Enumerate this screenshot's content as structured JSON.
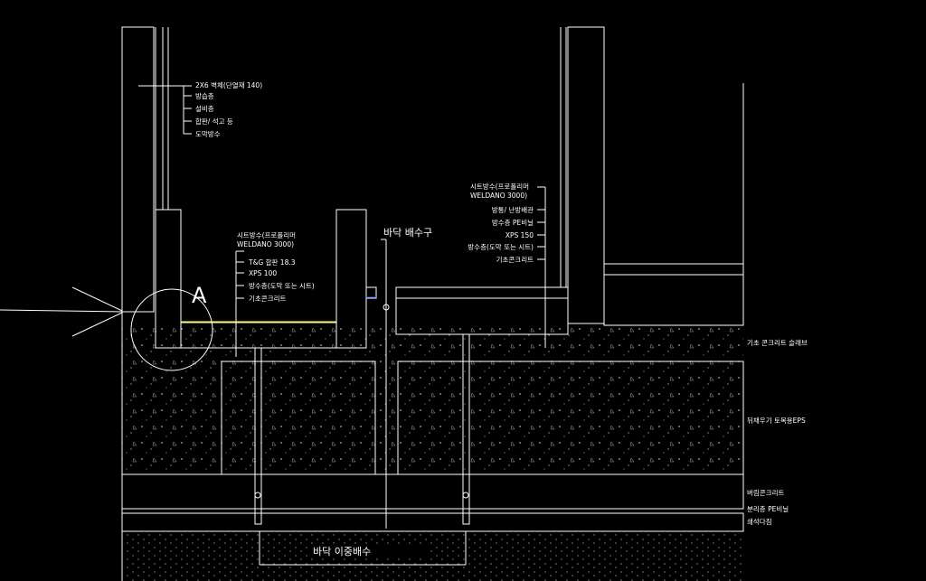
{
  "drawing": {
    "detail_marker": "A",
    "floor_drain_label": "바닥 배수구",
    "double_drain_label": "바닥 이중배수",
    "wall_callouts": [
      "2X6 벽체(단열재 140)",
      "방습층",
      "설비층",
      "합판/ 석고 등",
      "도막방수"
    ],
    "left_floor_callouts": {
      "title_1": "시트방수(프로폴리머",
      "title_2": "WELDANO 3000)",
      "items": [
        "T&G 합판 18.3",
        "XPS 100",
        "방수층(도막 또는 시트)",
        "기초콘크리트"
      ]
    },
    "right_floor_callouts": {
      "title_1": "시트방수(프로폴리머",
      "title_2": "WELDANO 3000)",
      "items": [
        "방통/ 난방배관",
        "방수층 PE비닐",
        "XPS 150",
        "방수층(도막 또는 시트)",
        "기초콘크리트"
      ]
    },
    "layer_labels": [
      "기초 콘크리트 슬래브",
      "뒤채우기 토목용EPS",
      "버림콘크리트",
      "분리층 PE비닐",
      "쇄석다짐"
    ],
    "colors": {
      "background": "#000000",
      "line": "#ffffff",
      "accent_yellow": "#ffff00",
      "accent_blue": "#3040ff"
    }
  }
}
